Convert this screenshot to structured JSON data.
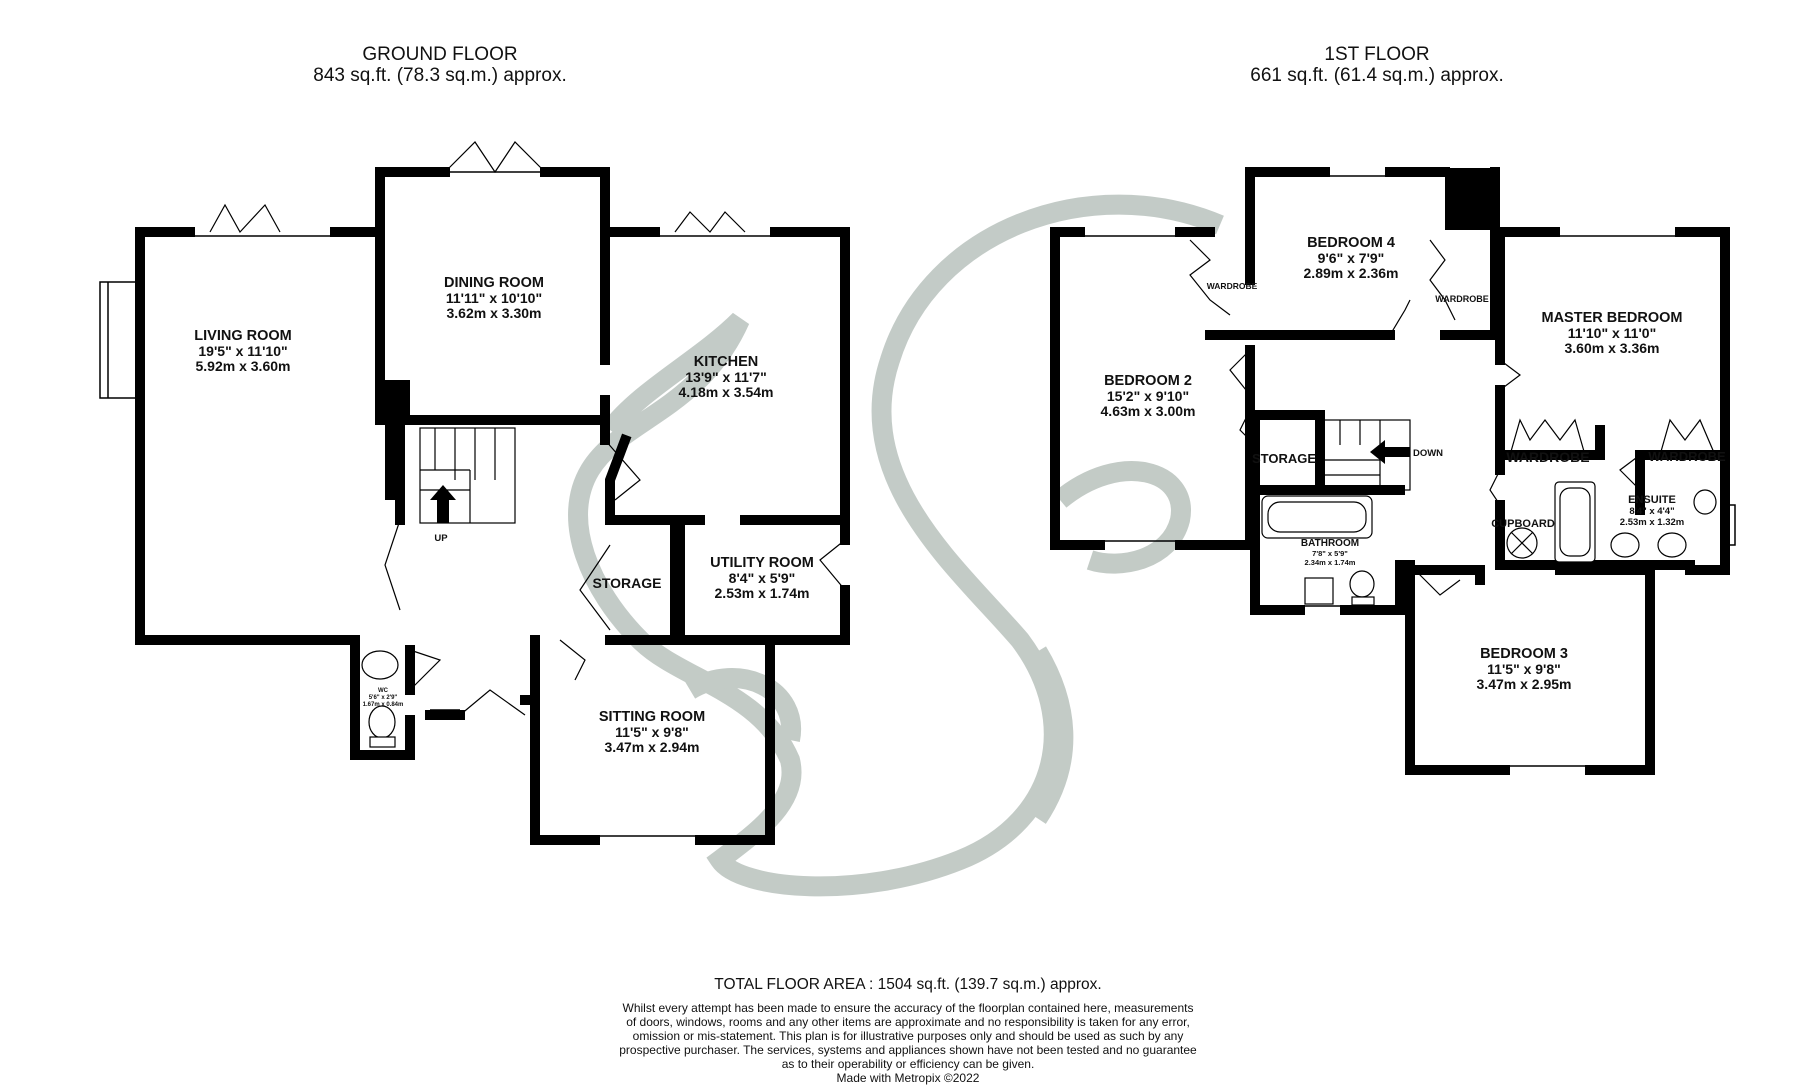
{
  "ground_floor": {
    "title": "GROUND FLOOR",
    "area": "843 sq.ft. (78.3 sq.m.) approx.",
    "rooms": {
      "living": {
        "name": "LIVING ROOM",
        "imperial": "19'5\"  x 11'10\"",
        "metric": "5.92m  x 3.60m"
      },
      "dining": {
        "name": "DINING ROOM",
        "imperial": "11'11\"  x 10'10\"",
        "metric": "3.62m  x 3.30m"
      },
      "kitchen": {
        "name": "KITCHEN",
        "imperial": "13'9\"  x 11'7\"",
        "metric": "4.18m  x 3.54m"
      },
      "utility": {
        "name": "UTILITY ROOM",
        "imperial": "8'4\"  x 5'9\"",
        "metric": "2.53m  x 1.74m"
      },
      "sitting": {
        "name": "SITTING ROOM",
        "imperial": "11'5\"  x 9'8\"",
        "metric": "3.47m  x 2.94m"
      },
      "storage": {
        "name": "STORAGE"
      },
      "wc": {
        "name": "WC",
        "imperial": "5'6\" x 2'9\"",
        "metric": "1.67m x 0.84m"
      }
    },
    "stairs_label": "UP"
  },
  "first_floor": {
    "title": "1ST FLOOR",
    "area": "661 sq.ft. (61.4 sq.m.) approx.",
    "rooms": {
      "bedroom4": {
        "name": "BEDROOM 4",
        "imperial": "9'6\"  x 7'9\"",
        "metric": "2.89m  x 2.36m"
      },
      "bedroom2": {
        "name": "BEDROOM 2",
        "imperial": "15'2\"  x 9'10\"",
        "metric": "4.63m  x 3.00m"
      },
      "master": {
        "name": "MASTER BEDROOM",
        "imperial": "11'10\"  x 11'0\"",
        "metric": "3.60m  x 3.36m"
      },
      "bedroom3": {
        "name": "BEDROOM 3",
        "imperial": "11'5\"  x 9'8\"",
        "metric": "3.47m  x 2.95m"
      },
      "bathroom": {
        "name": "BATHROOM",
        "imperial": "7'8\"  x 5'9\"",
        "metric": "2.34m  x 1.74m"
      },
      "ensuite": {
        "name": "ENSUITE",
        "imperial": "8'4\"  x 4'4\"",
        "metric": "2.53m  x 1.32m"
      },
      "storage": {
        "name": "STORAGE"
      },
      "cupboard": {
        "name": "CUPBOARD"
      },
      "wardrobe_master_left": {
        "name": "WARDROBE"
      },
      "wardrobe_master_right": {
        "name": "WARDROBE"
      },
      "wardrobe_bed2": {
        "name": "WARDROBE"
      },
      "wardrobe_bed4": {
        "name": "WARDROBE"
      }
    },
    "stairs_label": "DOWN"
  },
  "footer": {
    "total": "TOTAL FLOOR AREA : 1504 sq.ft. (139.7 sq.m.) approx.",
    "disclaimer": [
      "Whilst every attempt has been made to ensure the accuracy of the floorplan contained here, measurements",
      "of doors, windows, rooms and any other items are approximate and no responsibility is taken for any error,",
      "omission or mis-statement. This plan is for illustrative purposes only and should be used as such by any",
      "prospective purchaser. The services, systems and appliances shown have not been tested and no guarantee",
      "as to their operability or efficiency can be given."
    ],
    "credit": "Made with Metropix ©2022"
  },
  "colors": {
    "wall": "#000000",
    "watermark": "#b9c2bd",
    "background": "#ffffff"
  }
}
